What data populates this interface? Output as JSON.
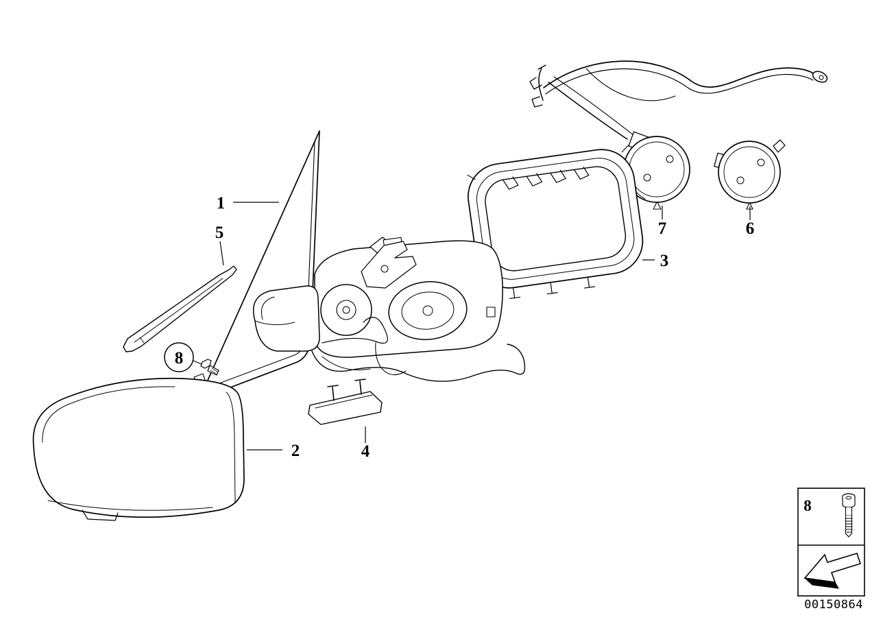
{
  "page": {
    "background": "#ffffff",
    "line_color": "#000000"
  },
  "callouts": [
    {
      "id": 1,
      "label": "1"
    },
    {
      "id": 2,
      "label": "2"
    },
    {
      "id": 3,
      "label": "3"
    },
    {
      "id": 4,
      "label": "4"
    },
    {
      "id": 5,
      "label": "5"
    },
    {
      "id": 6,
      "label": "6"
    },
    {
      "id": 7,
      "label": "7"
    },
    {
      "id": 8,
      "label": "8"
    }
  ],
  "legend": {
    "item_ref": "8",
    "icons": {
      "bolt": "bolt-icon",
      "direction_arrow": "direction-arrow-icon"
    }
  },
  "footer": {
    "part_number": "00150864"
  }
}
